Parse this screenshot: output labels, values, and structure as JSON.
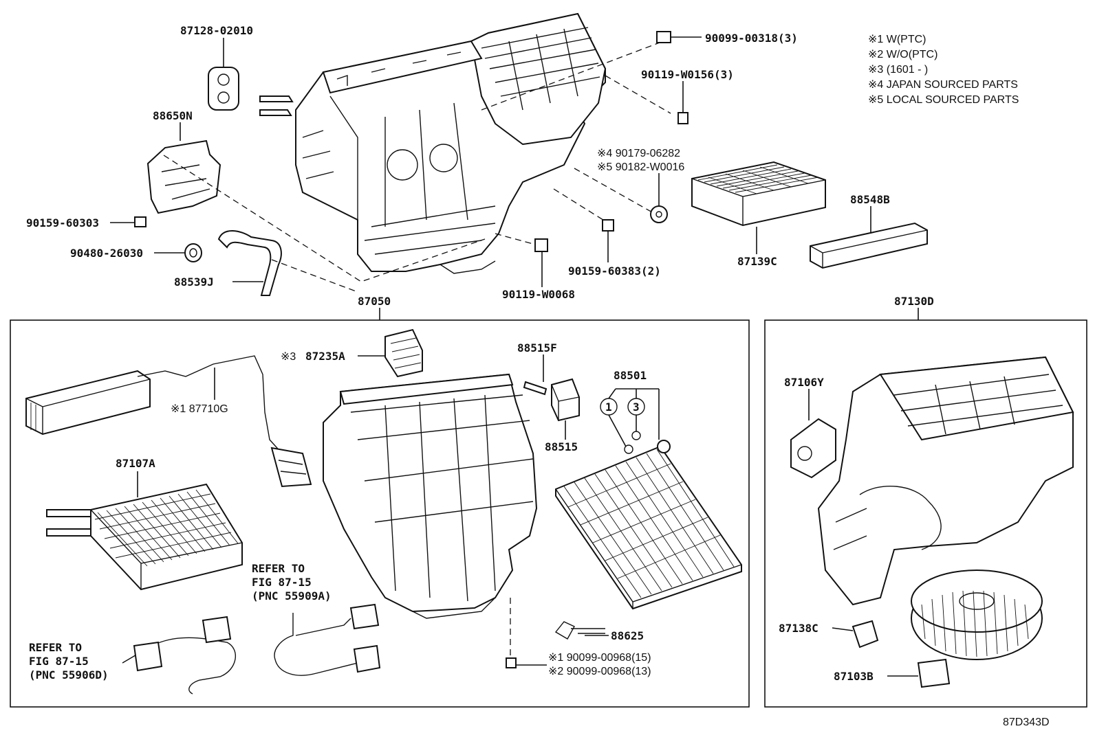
{
  "notes": [
    "※1 W(PTC)",
    "※2 W/O(PTC)",
    "※3 (1601 -      )",
    "※4 JAPAN SOURCED PARTS",
    "※5 LOCAL SOURCED PARTS"
  ],
  "labels": {
    "p87128_02010": "87128-02010",
    "p88650N": "88650N",
    "p90159_60303": "90159-60303",
    "p90480_26030": "90480-26030",
    "p88539J": "88539J",
    "p90099_00318": "90099-00318(3)",
    "p90119_W0156": "90119-W0156(3)",
    "p90179_06282": "※4 90179-06282",
    "p90182_W0016": "※5 90182-W0016",
    "p90159_60383": "90159-60383(2)",
    "p90119_W0068": "90119-W0068",
    "p87139C": "87139C",
    "p88548B": "88548B",
    "p87050": "87050",
    "p87130D": "87130D",
    "p87235A": "87235A",
    "p87235A_note": "※3",
    "p88515F": "88515F",
    "p88501": "88501",
    "p88515": "88515",
    "p87710G": "※1 87710G",
    "p87107A": "87107A",
    "p88625": "88625",
    "p90099_00968_15": "※1 90099-00968(15)",
    "p90099_00968_13": "※2 90099-00968(13)",
    "p87106Y": "87106Y",
    "p87138C": "87138C",
    "p87103B": "87103B",
    "circle_1": "1",
    "circle_3": "3"
  },
  "refers": {
    "a_line1": "REFER TO",
    "a_line2": "FIG 87-15",
    "a_line3": "(PNC 55909A)",
    "b_line1": "REFER TO",
    "b_line2": "FIG 87-15",
    "b_line3": "(PNC 55906D)"
  },
  "figure_id": "87D343D"
}
